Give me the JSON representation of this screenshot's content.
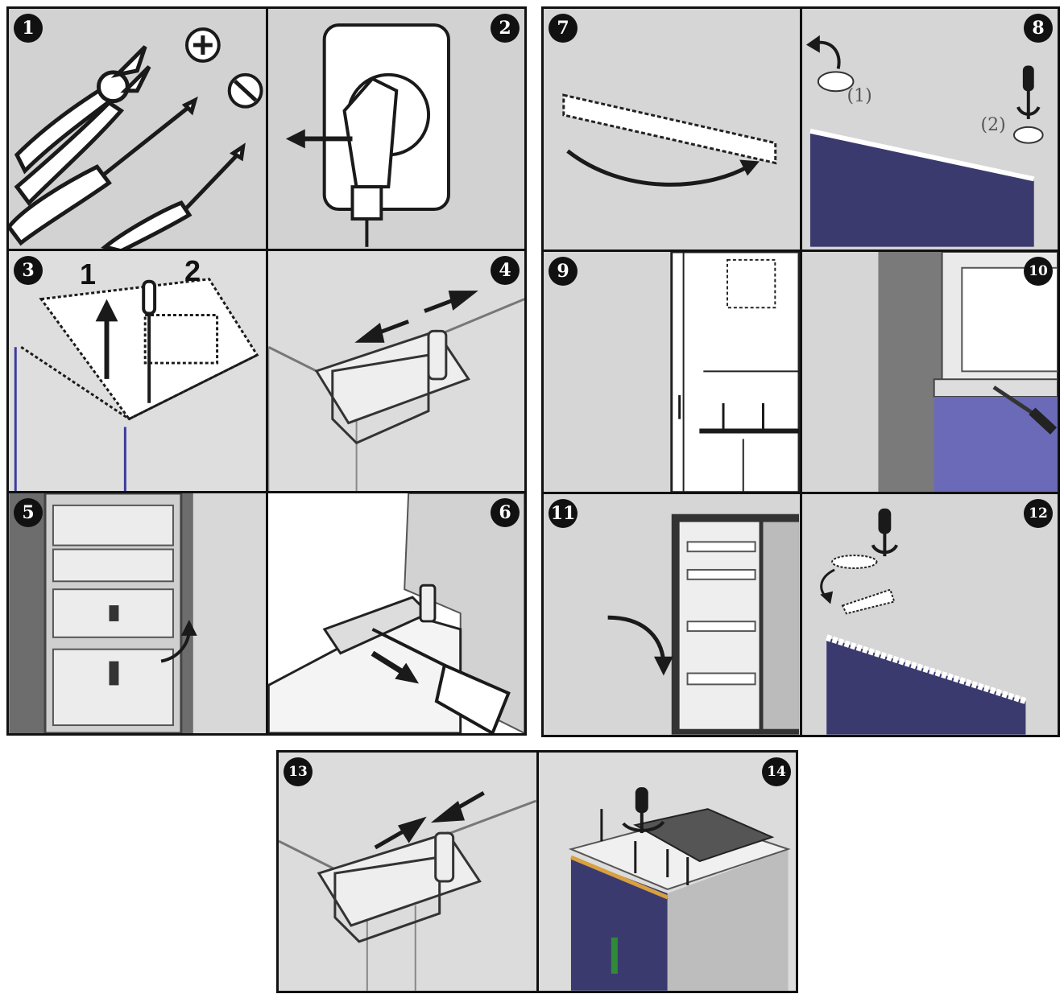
{
  "steps": [
    {
      "id": 1,
      "label": "1"
    },
    {
      "id": 2,
      "label": "2"
    },
    {
      "id": 3,
      "label": "3",
      "callouts": [
        "1",
        "2"
      ]
    },
    {
      "id": 4,
      "label": "4"
    },
    {
      "id": 5,
      "label": "5"
    },
    {
      "id": 6,
      "label": "6"
    },
    {
      "id": 7,
      "label": "7"
    },
    {
      "id": 8,
      "label": "8",
      "callouts": [
        "(1)",
        "(2)"
      ]
    },
    {
      "id": 9,
      "label": "9"
    },
    {
      "id": 10,
      "label": "10"
    },
    {
      "id": 11,
      "label": "11"
    },
    {
      "id": 12,
      "label": "12"
    },
    {
      "id": 13,
      "label": "13"
    },
    {
      "id": 14,
      "label": "14"
    }
  ],
  "colors": {
    "panel_bg": "#d2d2d2",
    "line": "#1a1a1a",
    "door_blue": "#3b3a6e",
    "door_blue_light": "#6a6ab8",
    "white": "#ffffff"
  },
  "icons": {
    "phillips": "phillips-screwdriver-icon",
    "flathead": "flathead-screwdriver-icon"
  }
}
